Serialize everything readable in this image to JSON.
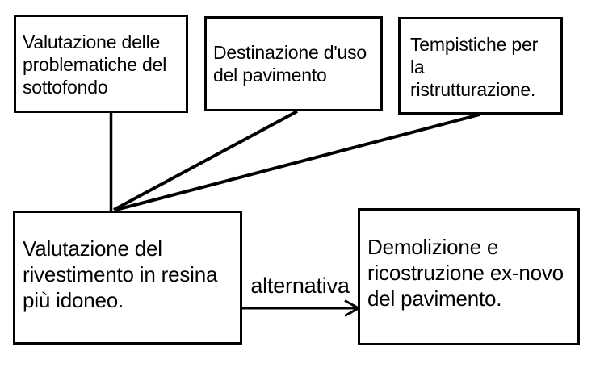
{
  "canvas": {
    "background_color": "#ffffff",
    "stroke_color": "#000000",
    "text_color": "#000000"
  },
  "boxes": [
    {
      "id": "valutazione-problematiche",
      "text": "Valutazione delle\nproblematiche del\nsottofondo"
    },
    {
      "id": "destinazione-uso",
      "text": "Destinazione d'uso\ndel pavimento"
    },
    {
      "id": "tempistiche",
      "text": "Tempistiche per\nla\nristrutturazione."
    },
    {
      "id": "valutazione-rivestimento",
      "text": "Valutazione del\nrivestimento in resina\npiù idoneo."
    },
    {
      "id": "demolizione-ricostruzione",
      "text": "Demolizione e\nricostruzione ex-novo\ndel pavimento."
    }
  ],
  "edges": [
    {
      "from": "valutazione-problematiche",
      "to": "valutazione-rivestimento",
      "type": "line",
      "label": ""
    },
    {
      "from": "destinazione-uso",
      "to": "valutazione-rivestimento",
      "type": "line",
      "label": ""
    },
    {
      "from": "tempistiche",
      "to": "valutazione-rivestimento",
      "type": "line",
      "label": ""
    },
    {
      "from": "valutazione-rivestimento",
      "to": "demolizione-ricostruzione",
      "type": "arrow",
      "label": "alternativa"
    }
  ]
}
